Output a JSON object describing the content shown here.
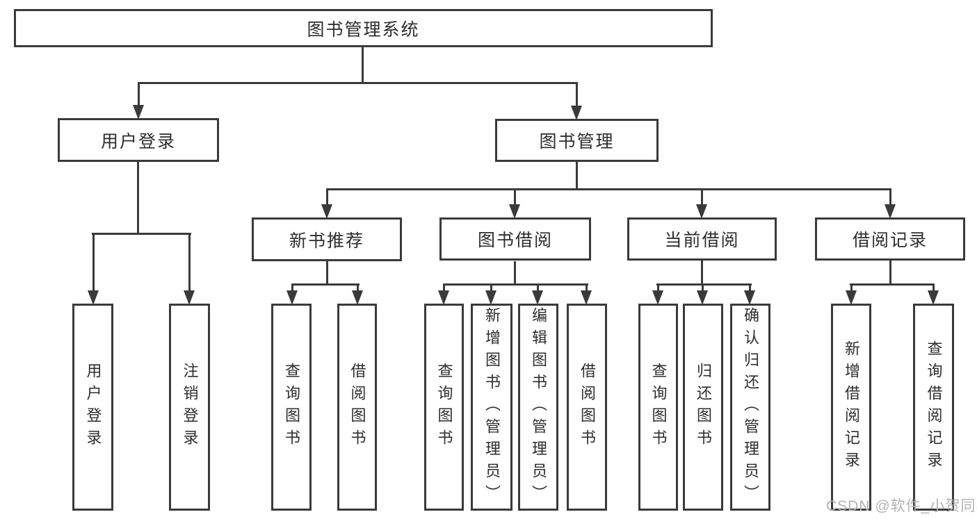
{
  "nodes": {
    "root": "图书管理系统",
    "level1": {
      "user_login": "用户登录",
      "book_mgmt": "图书管理"
    },
    "level2": {
      "new_books": "新书推荐",
      "book_borrow": "图书借阅",
      "current_borrow": "当前借阅",
      "borrow_records": "借阅记录"
    },
    "leaves": {
      "login": [
        "用户登录",
        "注销登录"
      ],
      "new_books": [
        "查询图书",
        "借阅图书"
      ],
      "book_borrow": [
        "查询图书",
        "新增图书（管理员）",
        "编辑图书（管理员）",
        "借阅图书"
      ],
      "current_borrow": [
        "查询图书",
        "归还图书",
        "确认归还（管理员）"
      ],
      "borrow_records": [
        "新增借阅记录",
        "查询借阅记录"
      ]
    }
  },
  "watermark": "CSDN @软件_小贺同学",
  "colors": {
    "line": "#3a3a3a",
    "text": "#2d2d2d",
    "box_fill": "#ffffff",
    "watermark": "#b3b3b3"
  }
}
